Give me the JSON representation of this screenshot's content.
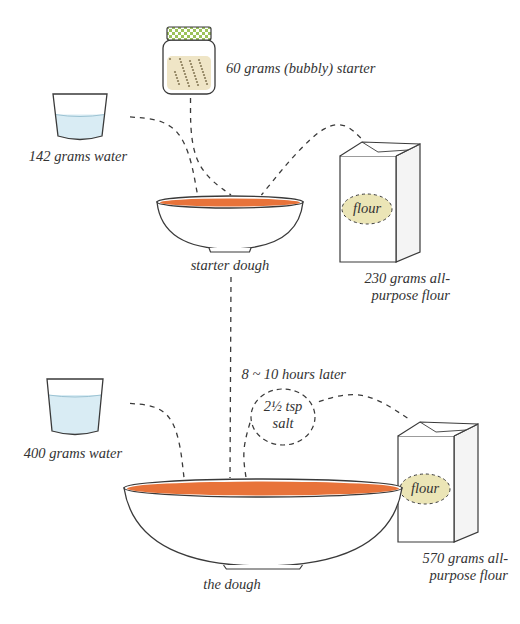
{
  "diagram": {
    "nodes": [
      {
        "text": [
          "142 grams water"
        ]
      },
      {
        "text": [
          "60 grams (bubbly) starter"
        ]
      },
      {
        "text": [
          "flour",
          "230 grams all-purpose flour"
        ]
      },
      {
        "text": [
          "starter dough"
        ]
      },
      {
        "text": [
          "400 grams water"
        ]
      },
      {
        "text": [
          "2½ tsp salt"
        ]
      },
      {
        "text": [
          "flour",
          "570 grams all-purpose flour"
        ]
      },
      {
        "text": [
          "the dough"
        ]
      }
    ],
    "edges": [
      {
        "from": 0,
        "to": 3,
        "arrow": "none"
      },
      {
        "from": 1,
        "to": 3,
        "arrow": "none"
      },
      {
        "from": 2,
        "to": 3,
        "arrow": "none"
      },
      {
        "from": 3,
        "to": 7,
        "label": "8 ~ 10 hours later",
        "arrow": "none"
      },
      {
        "from": 4,
        "to": 7,
        "arrow": "none"
      },
      {
        "from": 5,
        "to": 7,
        "arrow": "none"
      },
      {
        "from": 6,
        "to": 5,
        "arrow": "none"
      }
    ]
  }
}
